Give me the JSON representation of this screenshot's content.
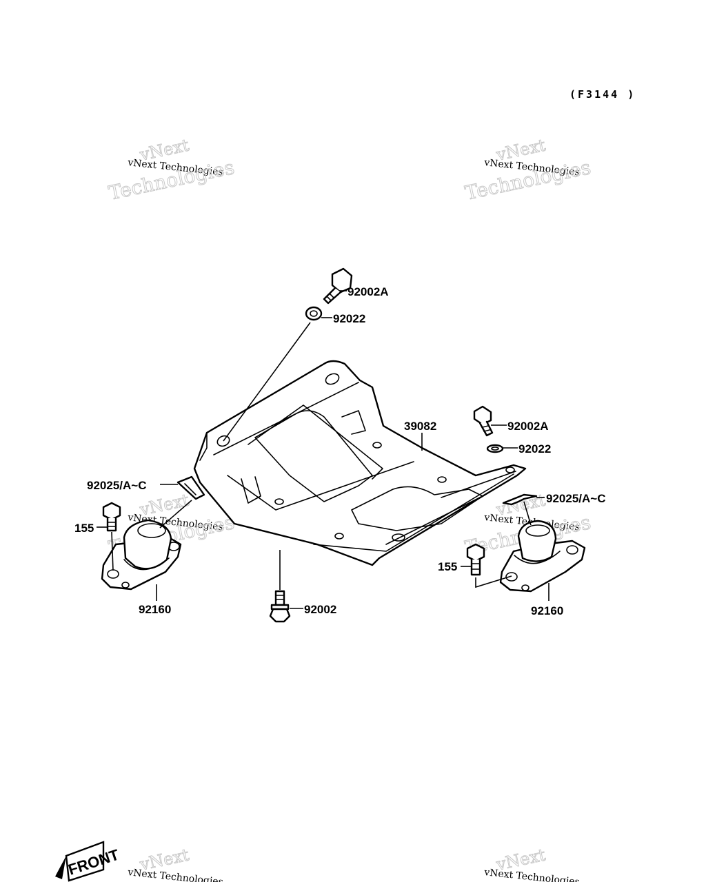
{
  "diagram_code": "(F3144 )",
  "callouts": {
    "bolt_top": "92002A",
    "washer_top": "92022",
    "skid_plate": "39082",
    "bolt_right": "92002A",
    "washer_right": "92022",
    "shim_left": "92025/A~C",
    "shim_right": "92025/A~C",
    "bolt_small_left": "155",
    "bolt_small_right": "155",
    "mount_left": "92160",
    "mount_right": "92160",
    "bolt_bottom": "92002"
  },
  "watermark": {
    "line1": "vNext",
    "line2": "vNext Technologies",
    "line3": "Technologies"
  },
  "front_marker": "FRONT"
}
